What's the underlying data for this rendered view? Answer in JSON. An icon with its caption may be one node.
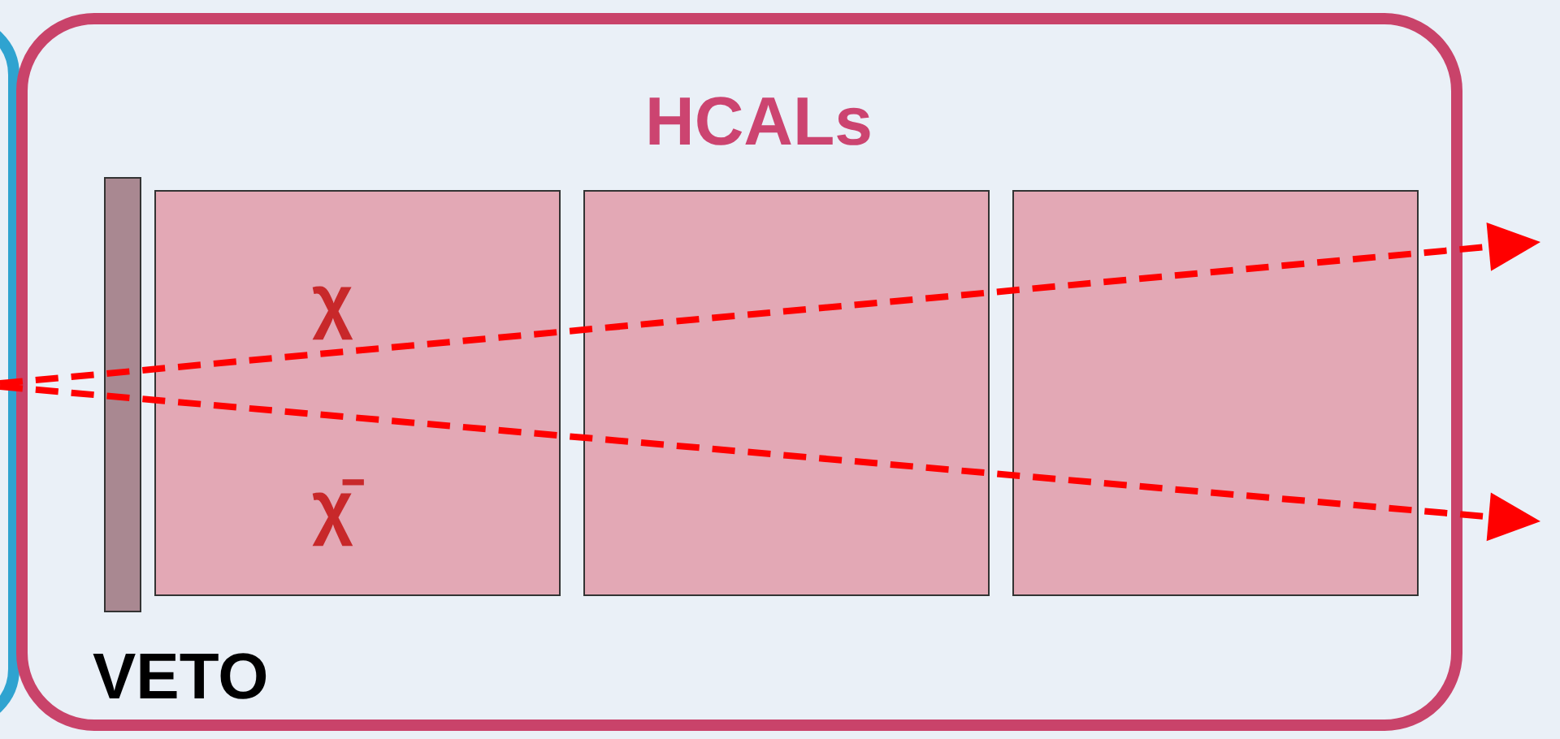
{
  "diagram": {
    "nodes": [
      {
        "text": [],
        "shape": "box"
      },
      {
        "text": [
          "HCALs"
        ]
      },
      {
        "text": [
          "VETO"
        ],
        "in": 1
      },
      {
        "text": [],
        "shape": "box",
        "in": 1
      },
      {
        "text": [],
        "shape": "box",
        "in": 1
      },
      {
        "text": [],
        "shape": "box",
        "in": 1
      }
    ],
    "edges": [],
    "labels": [
      "χ",
      "χ̄"
    ]
  }
}
